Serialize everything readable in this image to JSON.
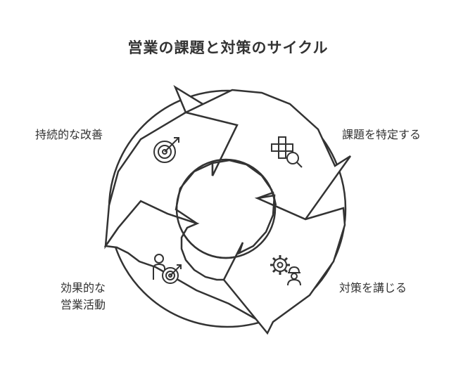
{
  "title": "営業の課題と対策のサイクル",
  "stages": [
    {
      "id": "identify",
      "label": "課題を特定する",
      "icon": "search-grid-icon"
    },
    {
      "id": "measures",
      "label": "対策を講じる",
      "icon": "gear-worker-icon"
    },
    {
      "id": "effective_sales",
      "label_lines": [
        "効果的な",
        "営業活動"
      ],
      "icon": "person-target-icon"
    },
    {
      "id": "improve",
      "label": "持続的な改善",
      "icon": "target-arrow-icon"
    }
  ],
  "colors": {
    "stroke": "#333333",
    "fill": "#ffffff",
    "text": "#333333"
  }
}
